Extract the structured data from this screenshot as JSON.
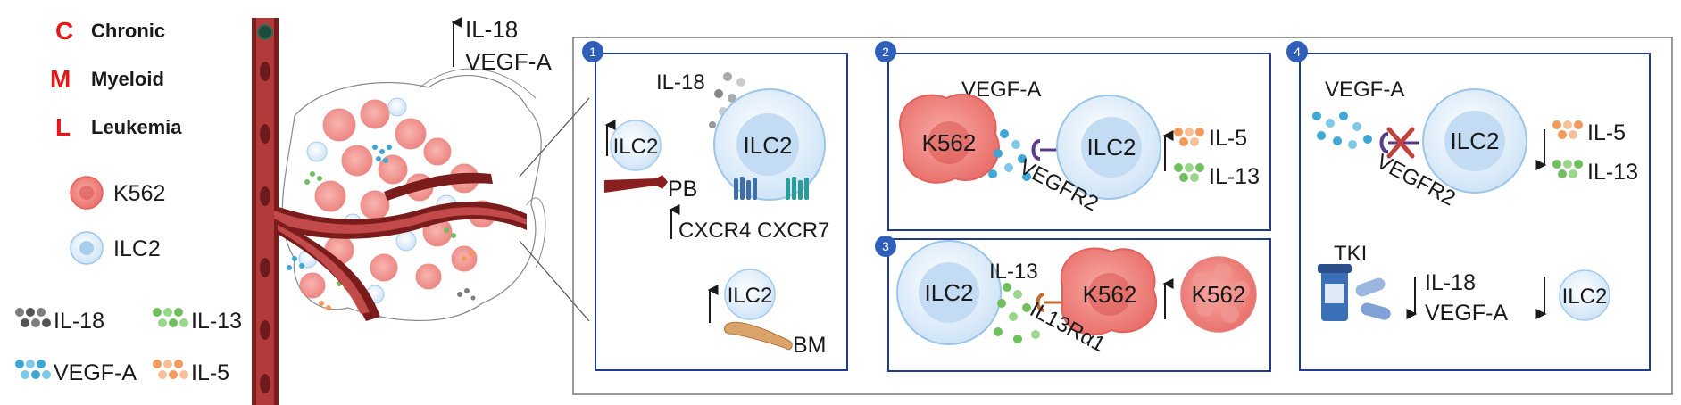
{
  "legend": {
    "acronym": [
      {
        "letter": "C",
        "word": "Chronic"
      },
      {
        "letter": "M",
        "word": "Myeloid"
      },
      {
        "letter": "L",
        "word": "Leukemia"
      }
    ],
    "cells": [
      {
        "name": "K562"
      },
      {
        "name": "ILC2"
      }
    ],
    "cytokines": [
      {
        "name": "IL-18",
        "color": "#7d7d7d"
      },
      {
        "name": "IL-13",
        "color": "#6fbf5f"
      },
      {
        "name": "VEGF-A",
        "color": "#3ea7d6"
      },
      {
        "name": "IL-5",
        "color": "#f29a5c"
      }
    ]
  },
  "tumor": {
    "up_labels": [
      "IL-18",
      "VEGF-A"
    ]
  },
  "colors": {
    "panel_border": "#1f3d8c",
    "badge": "#2f5fb8",
    "k562": "#f07f7a",
    "ilc2": "#c9e1f6",
    "vessel": "#7a1c1c"
  },
  "panels": [
    {
      "number": "1",
      "il18": "IL-18",
      "ilc2_a": "ILC2",
      "ilc2_b": "ILC2",
      "pb": "PB",
      "receptors": "CXCR4 CXCR7",
      "ilc2_c": "ILC2",
      "bm": "BM"
    },
    {
      "number": "2",
      "vegfa": "VEGF-A",
      "k562": "K562",
      "ilc2": "ILC2",
      "vegfr2": "VEGFR2",
      "il5": "IL-5",
      "il13": "IL-13"
    },
    {
      "number": "3",
      "ilc2": "ILC2",
      "il13": "IL-13",
      "k562": "K562",
      "receptor": "IL13Rα1",
      "k562_out": "K562"
    },
    {
      "number": "4",
      "vegfa": "VEGF-A",
      "ilc2": "ILC2",
      "vegfr2": "VEGFR2",
      "il5": "IL-5",
      "il13": "IL-13",
      "tki": "TKI",
      "down_il18": "IL-18",
      "down_vegfa": "VEGF-A",
      "down_ilc2": "ILC2"
    }
  ]
}
